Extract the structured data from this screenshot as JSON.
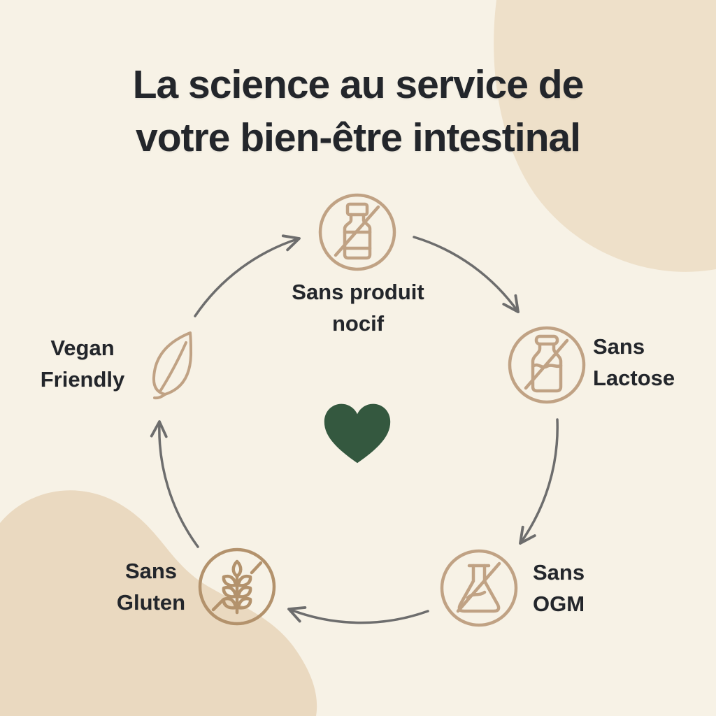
{
  "title": {
    "line1": "La science au service de",
    "line2": "votre bien-être intestinal"
  },
  "diagram": {
    "center_icon": "heart-icon",
    "items": [
      {
        "id": "sans-produit-nocif",
        "icon": "no-harmful-product-icon",
        "lines": [
          "Sans produit",
          "nocif"
        ]
      },
      {
        "id": "sans-lactose",
        "icon": "no-lactose-icon",
        "lines": [
          "Sans",
          "Lactose"
        ]
      },
      {
        "id": "sans-ogm",
        "icon": "no-gmo-icon",
        "lines": [
          "Sans",
          "OGM"
        ]
      },
      {
        "id": "sans-gluten",
        "icon": "no-gluten-icon",
        "lines": [
          "Sans",
          "Gluten"
        ]
      },
      {
        "id": "vegan-friendly",
        "icon": "leaf-icon",
        "lines": [
          "Vegan",
          "Friendly"
        ]
      }
    ]
  },
  "colors": {
    "background": "#f7f2e6",
    "blob_top_right": "#eee0c9",
    "blob_bottom_left": "#ead9c0",
    "icon_stroke": "#c0a284",
    "gluten_icon_stroke": "#b3926c",
    "heart_fill": "#34583f",
    "arrow": "#6d6d6d",
    "text": "#23262b"
  }
}
